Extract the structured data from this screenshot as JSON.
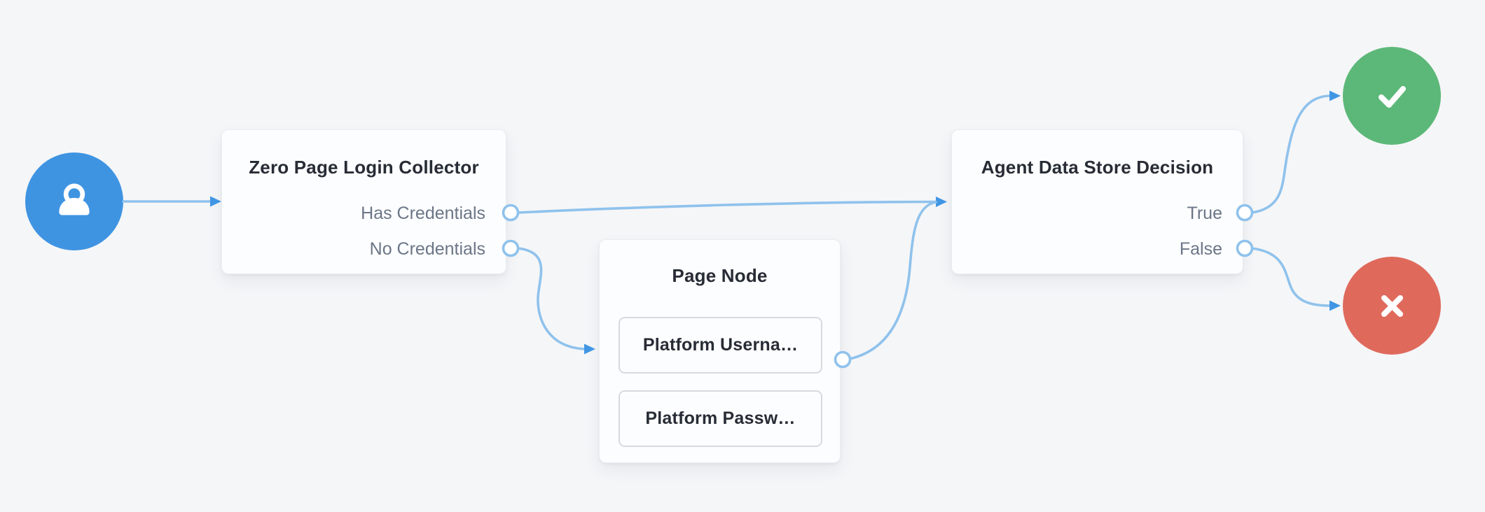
{
  "colors": {
    "background": "#f5f6f8",
    "node_bg": "#fcfdfe",
    "node_border": "#eaedf1",
    "title_text": "#272c35",
    "label_text": "#6b7687",
    "field_border": "#d6dade",
    "edge": "#8fc2ec",
    "arrow": "#4196e4",
    "start_fill": "#3f94e2",
    "success_fill": "#5cb878",
    "failure_fill": "#df6a5c",
    "port_fill": "#ffffff"
  },
  "canvas": {
    "nodes": {
      "start": {
        "type": "start",
        "icon": "user-icon"
      },
      "zero_page_login_collector": {
        "title": "Zero Page Login Collector",
        "outputs": [
          "Has Credentials",
          "No Credentials"
        ]
      },
      "page_node": {
        "title": "Page Node",
        "fields": [
          "Platform Userna…",
          "Platform Passw…"
        ]
      },
      "agent_data_store_decision": {
        "title": "Agent Data Store Decision",
        "outputs": [
          "True",
          "False"
        ]
      },
      "end_success": {
        "type": "end",
        "icon": "check-icon"
      },
      "end_failure": {
        "type": "end",
        "icon": "x-icon"
      }
    },
    "edges": [
      {
        "from": "start",
        "to": "zero_page_login_collector"
      },
      {
        "from": "zero_page_login_collector",
        "port": "Has Credentials",
        "to": "agent_data_store_decision"
      },
      {
        "from": "zero_page_login_collector",
        "port": "No Credentials",
        "to": "page_node"
      },
      {
        "from": "page_node",
        "to": "agent_data_store_decision"
      },
      {
        "from": "agent_data_store_decision",
        "port": "True",
        "to": "end_success"
      },
      {
        "from": "agent_data_store_decision",
        "port": "False",
        "to": "end_failure"
      }
    ]
  }
}
